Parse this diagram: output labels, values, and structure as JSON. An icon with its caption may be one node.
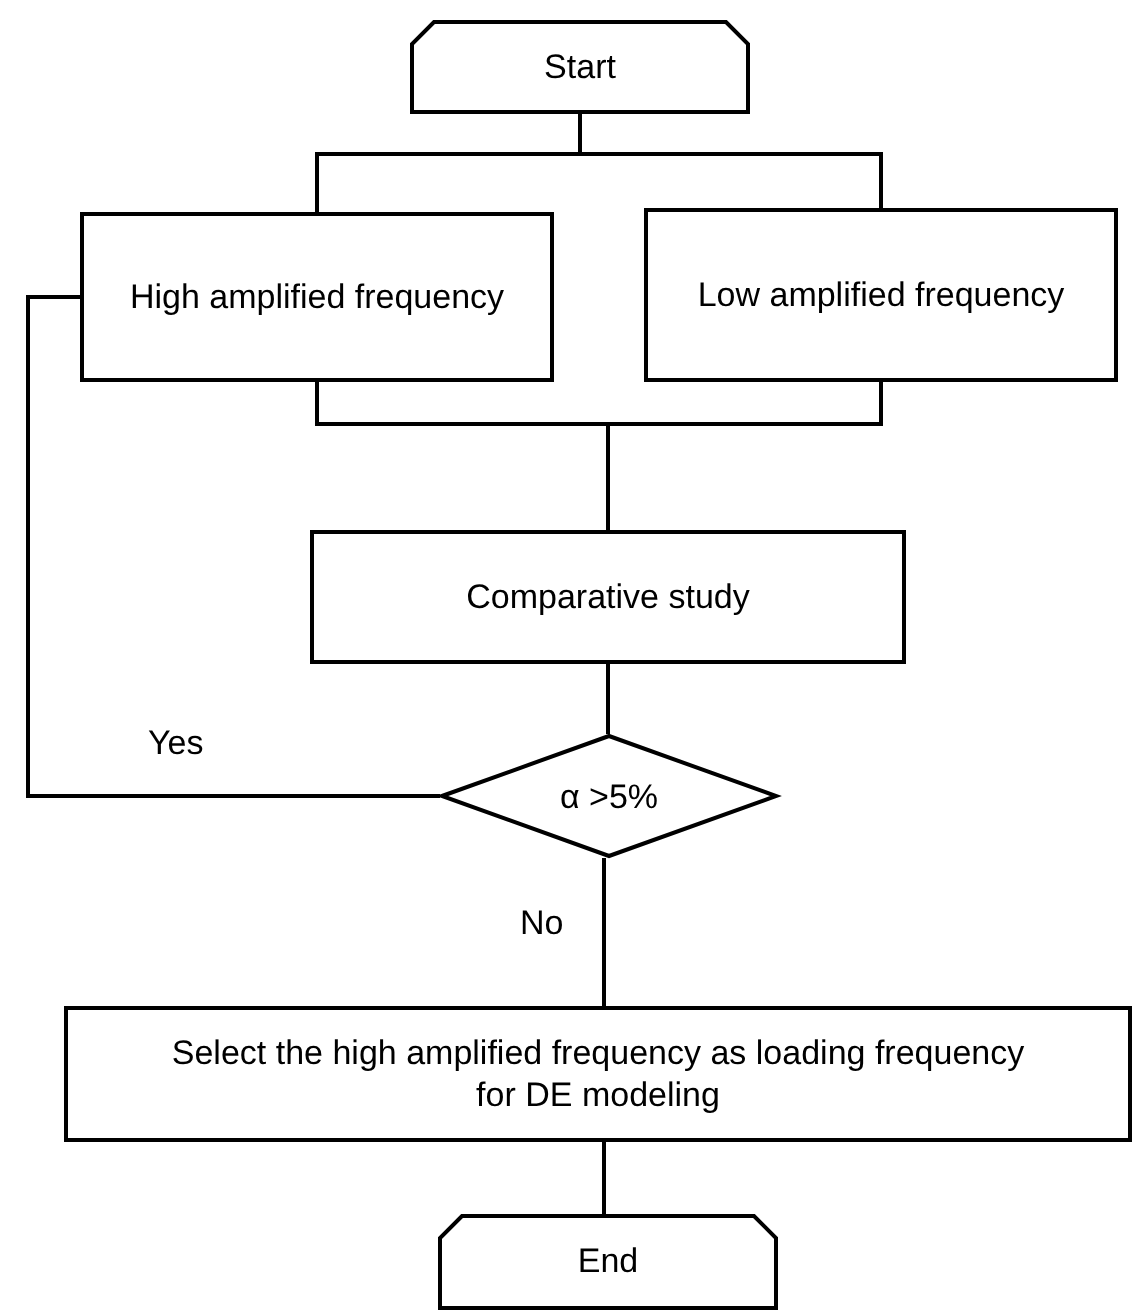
{
  "diagram": {
    "nodes": [
      {
        "text": [
          "Start"
        ]
      },
      {
        "text": [
          "High amplified frequency"
        ]
      },
      {
        "text": [
          "Low amplified frequency"
        ]
      },
      {
        "text": [
          "Comparative study"
        ]
      },
      {
        "text": [
          "α >5%"
        ]
      },
      {
        "text": [
          "Select the high amplified frequency as loading frequency for DE modeling"
        ]
      },
      {
        "text": [
          "End"
        ]
      }
    ],
    "edges": [
      {
        "from": 0,
        "to": 1,
        "arrow": "none"
      },
      {
        "from": 0,
        "to": 2,
        "arrow": "none"
      },
      {
        "from": 1,
        "to": 3,
        "arrow": "none"
      },
      {
        "from": 2,
        "to": 3,
        "arrow": "none"
      },
      {
        "from": 3,
        "to": 4,
        "arrow": "none"
      },
      {
        "from": 4,
        "to": 1,
        "arrow": "none",
        "label": "Yes"
      },
      {
        "from": 4,
        "to": 5,
        "arrow": "none",
        "label": "No"
      },
      {
        "from": 5,
        "to": 6,
        "arrow": "none"
      }
    ]
  }
}
